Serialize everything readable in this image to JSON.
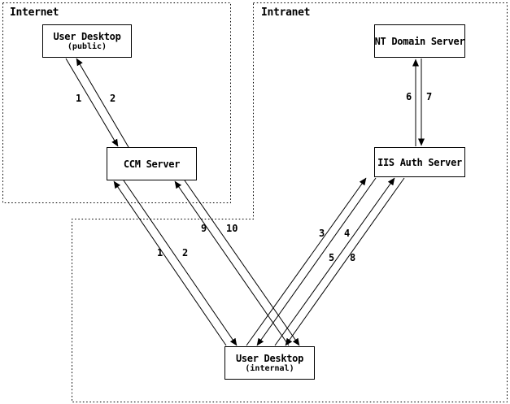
{
  "diagram": {
    "regions": {
      "internet": "Internet",
      "intranet": "Intranet"
    },
    "nodes": {
      "user_desktop_public": {
        "title": "User Desktop",
        "subtitle": "(public)"
      },
      "ccm_server": {
        "title": "CCM Server"
      },
      "nt_domain_server": {
        "title": "NT Domain Server"
      },
      "iis_auth_server": {
        "title": "IIS Auth Server"
      },
      "user_desktop_internal": {
        "title": "User Desktop",
        "subtitle": "(internal)"
      }
    },
    "flow_labels": [
      "1",
      "2",
      "1",
      "2",
      "9",
      "10",
      "3",
      "4",
      "5",
      "8",
      "6",
      "7"
    ],
    "connections": [
      {
        "step": "1",
        "from": "User Desktop (public)",
        "to": "CCM Server"
      },
      {
        "step": "2",
        "from": "CCM Server",
        "to": "User Desktop (public)"
      },
      {
        "step": "1",
        "from": "User Desktop (internal)",
        "to": "CCM Server"
      },
      {
        "step": "2",
        "from": "CCM Server",
        "to": "User Desktop (internal)"
      },
      {
        "step": "9",
        "from": "User Desktop (internal)",
        "to": "CCM Server"
      },
      {
        "step": "10",
        "from": "CCM Server",
        "to": "User Desktop (internal)"
      },
      {
        "step": "3",
        "from": "User Desktop (internal)",
        "to": "IIS Auth Server"
      },
      {
        "step": "4",
        "from": "IIS Auth Server",
        "to": "User Desktop (internal)"
      },
      {
        "step": "5",
        "from": "User Desktop (internal)",
        "to": "IIS Auth Server"
      },
      {
        "step": "8",
        "from": "IIS Auth Server",
        "to": "User Desktop (internal)"
      },
      {
        "step": "6",
        "from": "IIS Auth Server",
        "to": "NT Domain Server"
      },
      {
        "step": "7",
        "from": "NT Domain Server",
        "to": "IIS Auth Server"
      }
    ],
    "colors": {
      "line": "#000000",
      "background": "#ffffff"
    }
  }
}
